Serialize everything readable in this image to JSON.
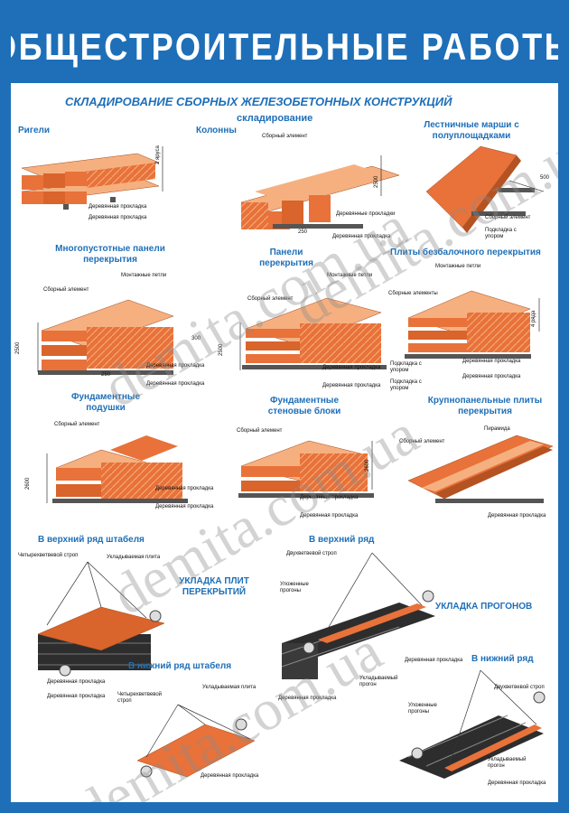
{
  "poster": {
    "title": "ОБЩЕСТРОИТЕЛЬНЫЕ РАБОТЫ",
    "subtitle": "СКЛАДИРОВАНИЕ СБОРНЫХ ЖЕЛЕЗОБЕТОННЫХ КОНСТРУКЦИЙ",
    "sub_heading": "складирование",
    "colors": {
      "frame": "#1e6fb8",
      "concrete": "#e8723a",
      "concrete_light": "#f6b080",
      "timber": "#555555",
      "stack_dark": "#2d2d2d"
    }
  },
  "storage": {
    "rigeli": {
      "label": "Ригели",
      "dim": "2 яруса",
      "notes": [
        "Деревянная прокладка",
        "Деревянная прокладка"
      ]
    },
    "kolonny": {
      "label": "Колонны",
      "dims": [
        "2500",
        "250"
      ],
      "notes": [
        "Сборный элемент",
        "Деревянные прокладки",
        "Деревянная прокладка"
      ]
    },
    "marshi": {
      "label": "Лестничные марши с полуплощадками",
      "dim": "500",
      "notes": [
        "Сборный элемент",
        "Подкладка с упором"
      ]
    },
    "pustotnye": {
      "label": "Многопустотные панели перекрытия",
      "dims": [
        "2500",
        "300",
        "250"
      ],
      "notes": [
        "Монтажные петли",
        "Сборный элемент",
        "Деревянная прокладка",
        "Деревянная прокладка"
      ]
    },
    "paneli": {
      "label": "Панели перекрытия",
      "dim": "2500",
      "notes": [
        "Монтажные петли",
        "Сборный элемент",
        "Деревянная прокладка",
        "Деревянная прокладка"
      ]
    },
    "bezbalochnye": {
      "label": "Плиты безбалочного перекрытия",
      "dim": "4 ряда",
      "notes": [
        "Монтажные петли",
        "Сборные элементы",
        "Подкладка с упором",
        "Подкладка с упором",
        "Деревянная прокладка",
        "Деревянная прокладка"
      ]
    },
    "podushki": {
      "label": "Фундаментные подушки",
      "dim": "2600",
      "notes": [
        "Сборный элемент",
        "Деревянная прокладка",
        "Деревянная прокладка"
      ]
    },
    "bloki": {
      "label": "Фундаментные стеновые блоки",
      "dim": "2600",
      "notes": [
        "Сборный элемент",
        "Деревянная прокладка",
        "Деревянная прокладка"
      ]
    },
    "krupnopanelnye": {
      "label": "Крупнопанельные плиты перекрытия",
      "notes": [
        "Пирамида",
        "Сборный элемент",
        "Деревянная прокладка"
      ]
    }
  },
  "laying": {
    "plity": {
      "heading": "УКЛАДКА ПЛИТ ПЕРЕКРЫТИЙ",
      "top_row": "В верхний ряд штабеля",
      "bottom_row": "В нижний ряд штабеля",
      "notes_top": [
        "Четырехветвевой строп",
        "Укладываемая плита",
        "Деревянная прокладка",
        "Деревянная прокладка"
      ],
      "notes_bottom": [
        "Четырехветвевой строп",
        "Укладываемая плита",
        "Деревянная прокладка"
      ]
    },
    "progony": {
      "heading": "УКЛАДКА ПРОГОНОВ",
      "top_row": "В верхний ряд",
      "bottom_row": "В нижний ряд",
      "notes_top": [
        "Двухветвевой строп",
        "Уложенные прогоны",
        "Деревянная прокладка",
        "Укладываемый прогон",
        "Деревянная прокладка"
      ],
      "notes_bottom": [
        "Двухветвевой строп",
        "Уложенные прогоны",
        "Укладываемый прогон",
        "Деревянная прокладка"
      ]
    }
  },
  "watermark": "demita.com.ua"
}
